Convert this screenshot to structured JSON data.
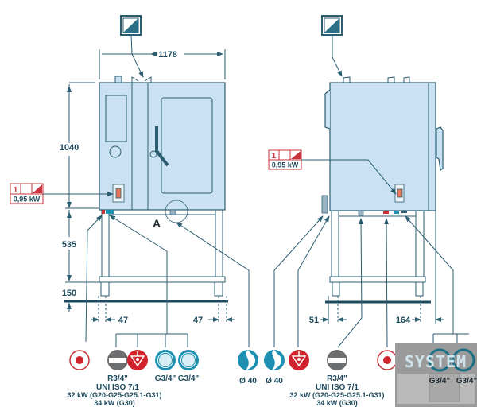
{
  "dimensions": {
    "width": "1178",
    "height_oven": "1040",
    "height_stand": "535",
    "height_feet": "150",
    "offset_left": "47",
    "offset_right": "47",
    "side_offset_front": "51",
    "side_offset_back": "164",
    "detail_label": "A"
  },
  "power_badge": {
    "number": "1",
    "power": "0,95 kW"
  },
  "connections_front": [
    {
      "icon": "electrical-connection-icon"
    },
    {
      "icon": "gas-connection-icon",
      "label_lines": [
        "R3/4\"",
        "UNI ISO 7/1",
        "32 kW (G20-G25-G25.1-G31)",
        "34 kW (G30)"
      ]
    },
    {
      "icon": "safety-valve-icon"
    },
    {
      "icon": "water-inlet-icon",
      "label": "G3/4\""
    },
    {
      "icon": "water-inlet-icon",
      "label": "G3/4\""
    }
  ],
  "connections_side": [
    {
      "icon": "drain-icon",
      "label": "Ø 40"
    },
    {
      "icon": "drain-icon",
      "label": "Ø 40"
    },
    {
      "icon": "safety-valve-icon"
    },
    {
      "icon": "gas-connection-icon",
      "label_lines": [
        "R3/4\"",
        "UNI ISO 7/1",
        "32 kW (G20-G25-G25.1-G31)",
        "34 kW (G30)"
      ]
    },
    {
      "icon": "electrical-connection-icon"
    },
    {
      "icon": "water-inlet-icon",
      "label": "G3/4\""
    },
    {
      "icon": "water-inlet-icon",
      "label": "G3/4\""
    }
  ],
  "watermark": "SYSTEM",
  "colors": {
    "outline": "#2b5d70",
    "body": "#c9e1f2",
    "red": "#c8323a",
    "teal": "#1d8fb0",
    "grey": "#6d6e70"
  }
}
